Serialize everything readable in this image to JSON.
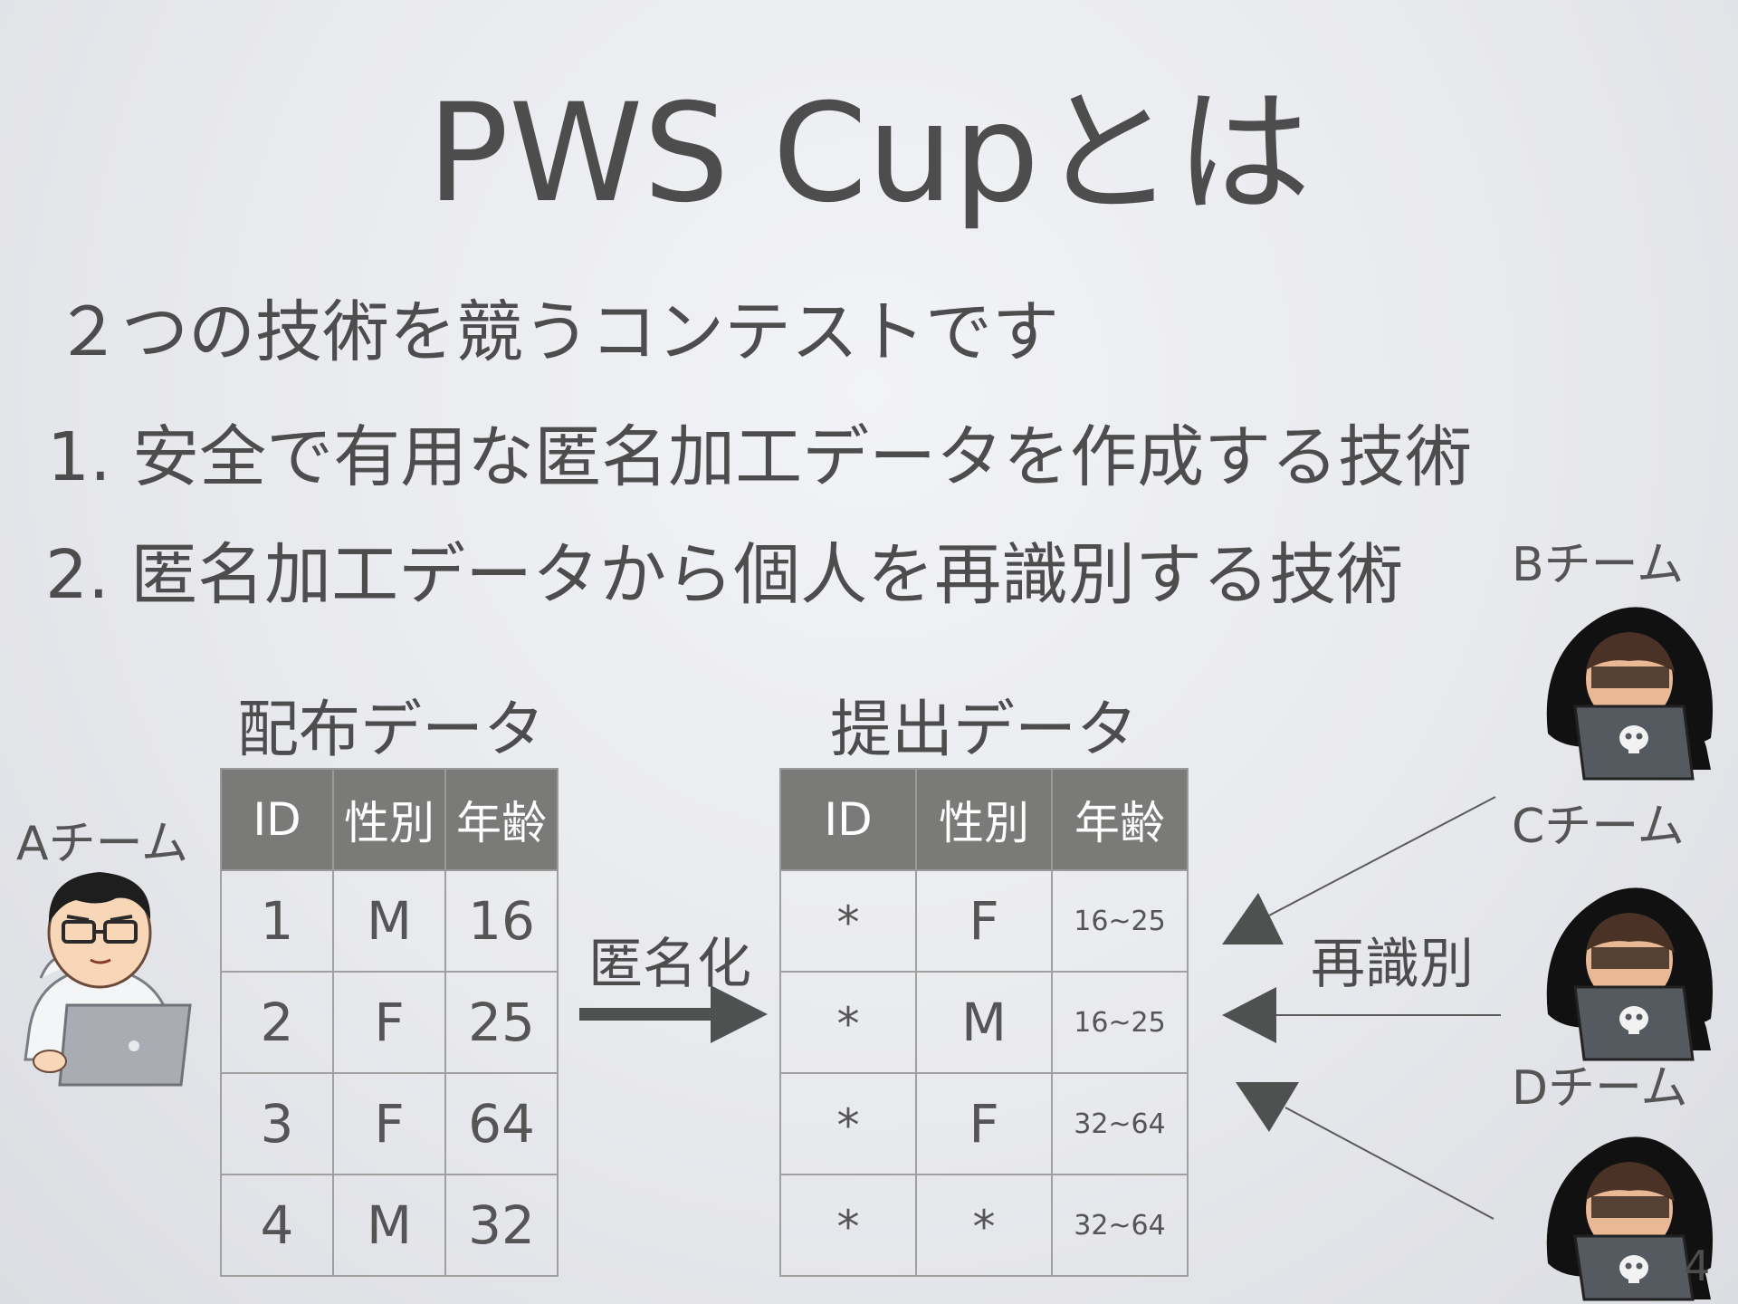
{
  "slide": {
    "title": "PWS Cupとは",
    "intro": "２つの技術を競うコンテストです",
    "items": [
      "1. 安全で有用な匿名加工データを作成する技術",
      "2. 匿名加工データから個人を再識別する技術"
    ],
    "page_number": "4"
  },
  "distributed": {
    "title": "配布データ",
    "headers": [
      "ID",
      "性別",
      "年齢"
    ],
    "rows": [
      [
        "1",
        "M",
        "16"
      ],
      [
        "2",
        "F",
        "25"
      ],
      [
        "3",
        "F",
        "64"
      ],
      [
        "4",
        "M",
        "32"
      ]
    ]
  },
  "submitted": {
    "title": "提出データ",
    "headers": [
      "ID",
      "性別",
      "年齢"
    ],
    "rows": [
      [
        "*",
        "F",
        "16~25"
      ],
      [
        "*",
        "M",
        "16~25"
      ],
      [
        "*",
        "F",
        "32~64"
      ],
      [
        "*",
        "*",
        "32~64"
      ]
    ]
  },
  "arrows": {
    "anonymize_label": "匿名化",
    "reidentify_label": "再識別"
  },
  "teams": {
    "a": "Aチーム",
    "b": "Bチーム",
    "c": "Cチーム",
    "d": "Dチーム"
  },
  "icons": {
    "team_a": "person-laptop-icon",
    "teams_bcd": "hooded-hacker-icon",
    "laptop_logo": "skull-icon"
  },
  "colors": {
    "table_header": "#7a7b79",
    "arrow": "#4f5150",
    "hood": "#111111"
  }
}
